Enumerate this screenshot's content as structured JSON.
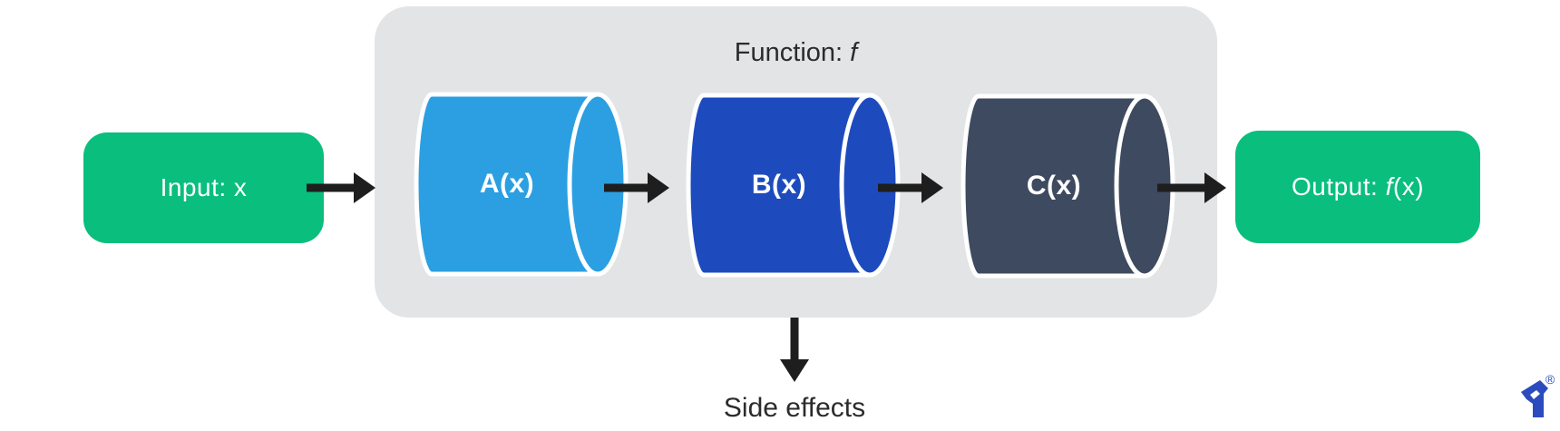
{
  "diagram": {
    "title_prefix": "Function: ",
    "title_italic": "f",
    "input_label": "Input: x",
    "output_prefix": "Output: ",
    "output_italic": "f",
    "output_suffix": "(x)",
    "side_effects_label": "Side effects",
    "stages": [
      {
        "label": "A(x)",
        "color": "#2B9FE2"
      },
      {
        "label": "B(x)",
        "color": "#1D4BBE"
      },
      {
        "label": "C(x)",
        "color": "#3E4A5F"
      }
    ],
    "colors": {
      "endpoint_green": "#0ABE7D",
      "container_gray": "#E2E4E5",
      "arrow_black": "#1E1E1E",
      "text_dark": "#2B2B2B",
      "label_white": "#FFFFFF",
      "logo_blue": "#2B4BBF"
    },
    "logo": {
      "name": "toptal-logo",
      "registered_mark": "®"
    }
  }
}
